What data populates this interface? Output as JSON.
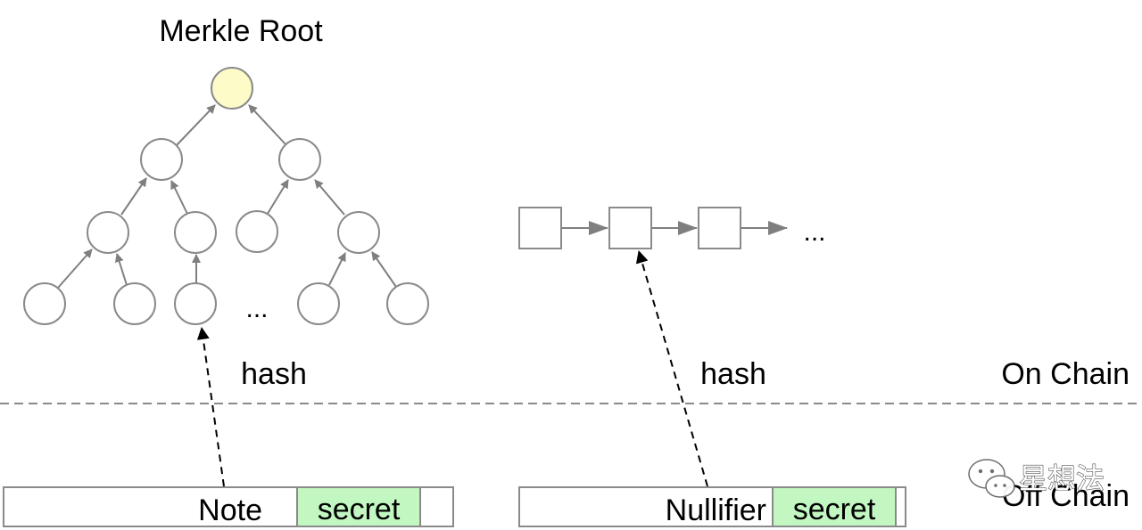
{
  "tree": {
    "root_label": "Merkle Root",
    "ellipsis": "...",
    "hash_label": "hash",
    "colors": {
      "root_fill": "#fdfbc8",
      "node_fill": "#ffffff",
      "node_stroke": "#8a8a8a",
      "arrow": "#7f7f7f"
    }
  },
  "chain": {
    "ellipsis": "...",
    "hash_label": "hash"
  },
  "divider": {
    "on_chain_label": "On Chain",
    "off_chain_label": "Off Chain"
  },
  "records": {
    "note": {
      "label": "Note",
      "secret": "secret"
    },
    "nullifier": {
      "label": "Nullifier",
      "secret": "secret"
    },
    "secret_fill": "#c2f7c2"
  },
  "watermark": {
    "text": "星想法",
    "icon": "wechat-icon"
  }
}
